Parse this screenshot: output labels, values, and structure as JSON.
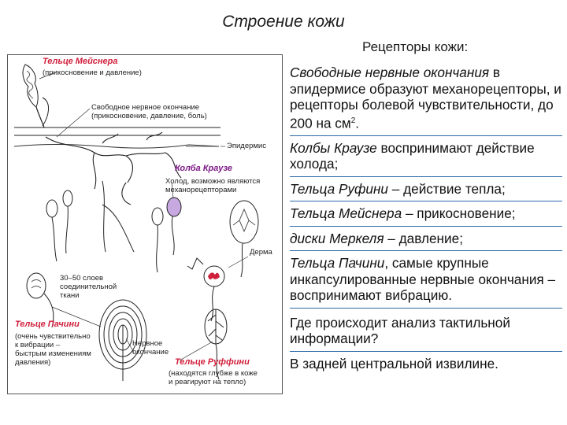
{
  "title": "Строение кожи",
  "subtitle": "Рецепторы кожи:",
  "figure": {
    "labels": {
      "meissner": "Тельце Мейснера",
      "meissner_note": "(прикосновение и давление)",
      "free_ending": "Свободное нервное окончание\n(прикосновение, давление, боль)",
      "epidermis": "Эпидермис",
      "krause": "Колба Краузе",
      "krause_note": "Холод, возможно являются\nмеханорецепторами",
      "dermis": "Дерма",
      "connective": "30–50 слоев\nсоединительной\nткани",
      "pacini": "Тельце Пачини",
      "pacini_note": "(очень чувствительно\nк вибрации –\nбыстрым изменениям\nдавления)",
      "nerve_ending": "Нервное\nокончание",
      "ruffini": "Тельце Руффини",
      "ruffini_note": "(находятся глубже в коже\nи реагируют на тепло)"
    }
  },
  "items": [
    {
      "prefix": "Свободные нервные окончания",
      "rest": " в эпидермисе образуют механорецепторы, и рецепторы болевой чувствительности, до 200 на см",
      "sup": "2",
      "end": "."
    },
    {
      "prefix": "Колбы Краузе",
      "rest": " воспринимают действие холода;"
    },
    {
      "prefix": "Тельца Руфини",
      "rest": " – действие тепла;"
    },
    {
      "prefix": "Тельца Мейснера",
      "rest": " – прикосновение;"
    },
    {
      "prefix": "диски Меркеля",
      "rest": " – давление;"
    },
    {
      "prefix": "Тельца Пачини",
      "rest": ", самые крупные инкапсулированные нервные окончания – воспринимают вибрацию."
    },
    {
      "prefix": "Где происходит анализ тактильной информации?",
      "rest": ""
    },
    {
      "prefix": "В задней центральной извилине.",
      "rest": ""
    }
  ],
  "colors": {
    "accent_red": "#d0203c",
    "accent_purple": "#7d1a86",
    "divider": "#2d6aa8"
  }
}
